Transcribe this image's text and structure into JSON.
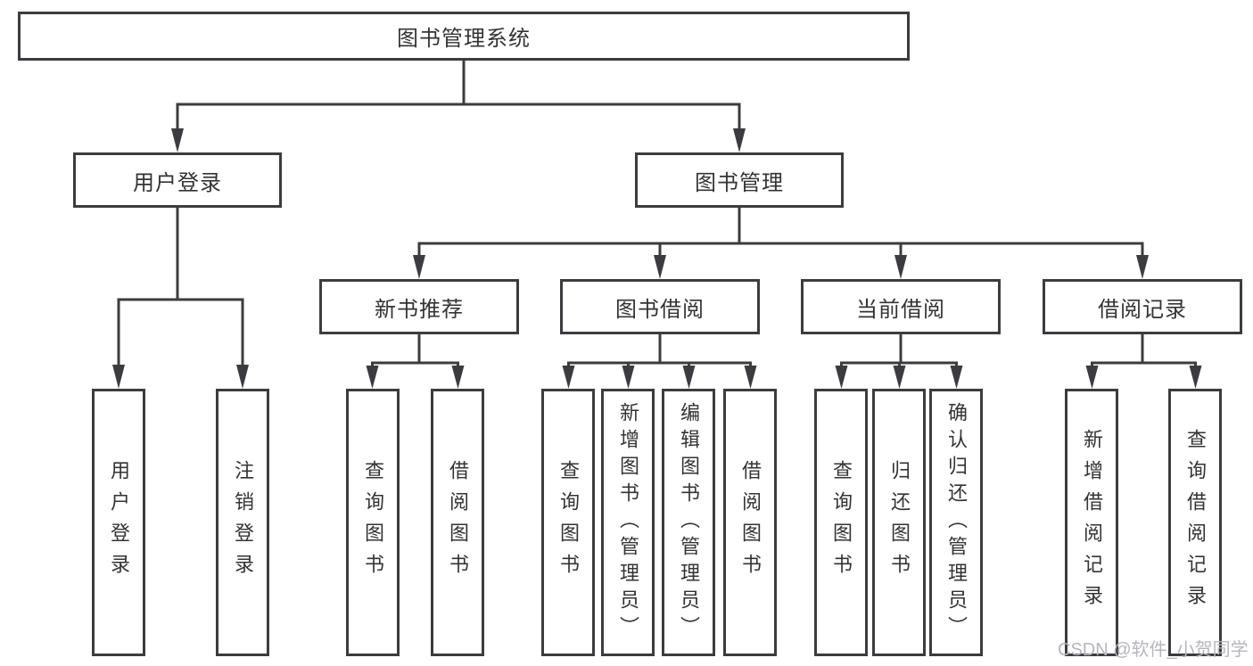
{
  "tree": {
    "root": {
      "label": "图书管理系统"
    },
    "branches": [
      {
        "label": "用户登录",
        "children": [
          {
            "label": "用户登录"
          },
          {
            "label": "注销登录"
          }
        ]
      },
      {
        "label": "图书管理",
        "children": [
          {
            "label": "新书推荐",
            "children": [
              {
                "label": "查询图书"
              },
              {
                "label": "借阅图书"
              }
            ]
          },
          {
            "label": "图书借阅",
            "children": [
              {
                "label": "查询图书"
              },
              {
                "label": "新增图书（管理员）"
              },
              {
                "label": "编辑图书（管理员）"
              },
              {
                "label": "借阅图书"
              }
            ]
          },
          {
            "label": "当前借阅",
            "children": [
              {
                "label": "查询图书"
              },
              {
                "label": "归还图书"
              },
              {
                "label": "确认归还（管理员）"
              }
            ]
          },
          {
            "label": "借阅记录",
            "children": [
              {
                "label": "新增借阅记录"
              },
              {
                "label": "查询借阅记录"
              }
            ]
          }
        ]
      }
    ]
  },
  "watermark": {
    "text": "CSDN @软件_小贺同学"
  },
  "colors": {
    "line": "#3c3c40",
    "box_border": "#3c3c40",
    "text": "#333336",
    "watermark": "#b5b5bd",
    "background": "#ffffff"
  }
}
